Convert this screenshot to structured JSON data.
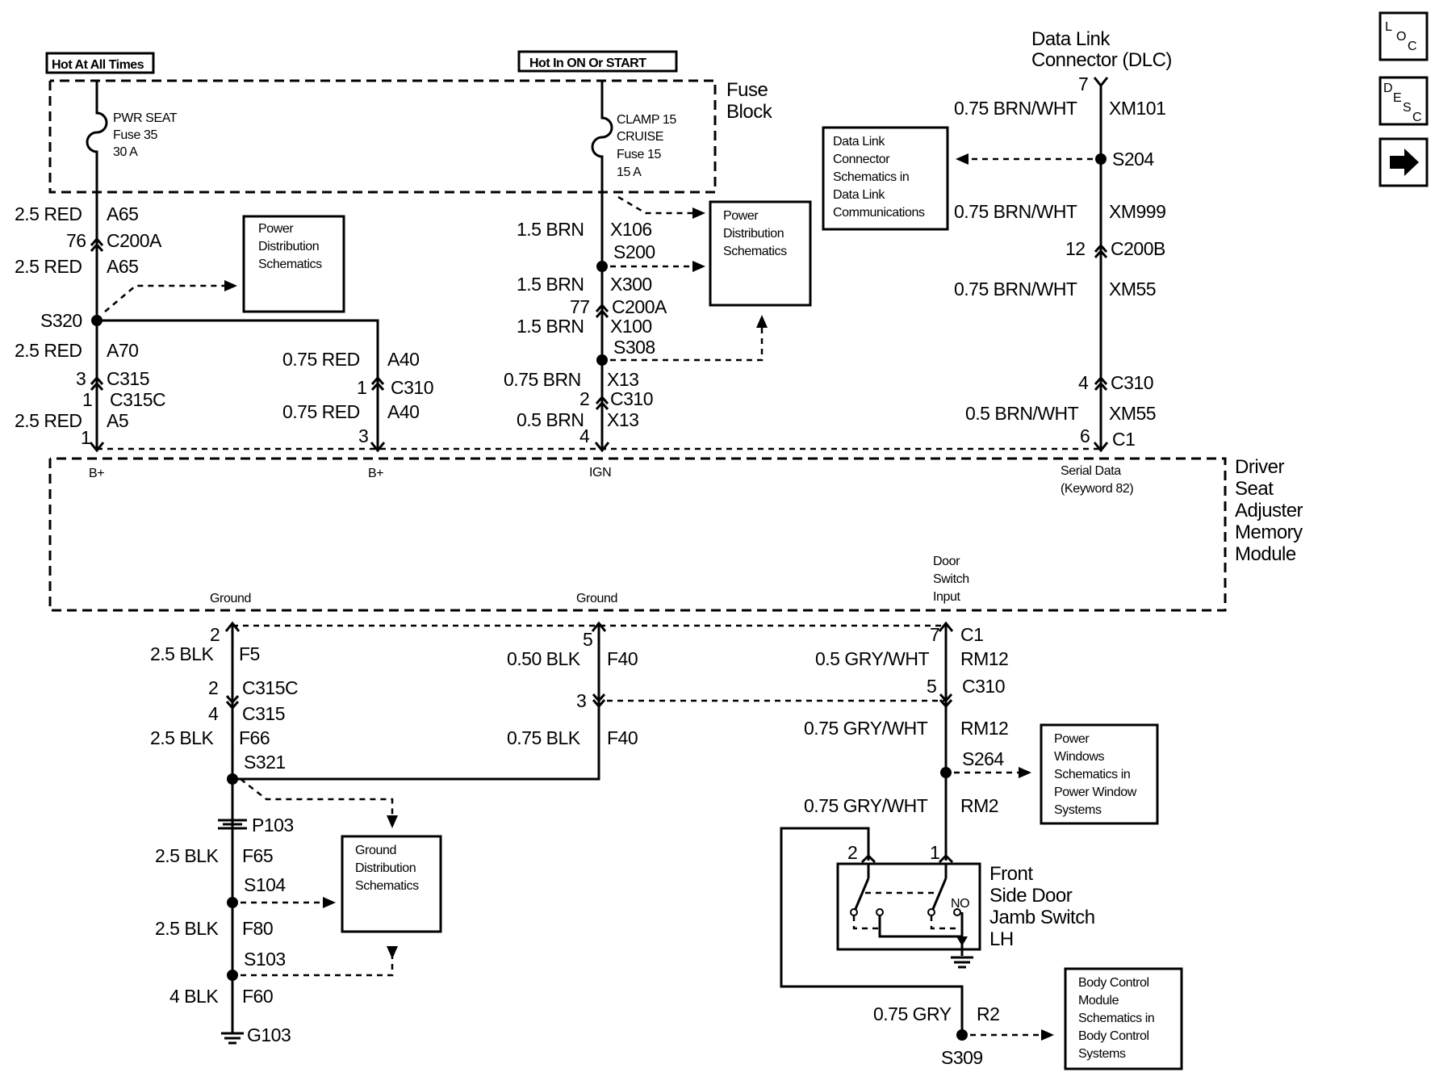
{
  "hot_labels": {
    "always": "Hot At All Times",
    "on_start": "Hot In ON Or START"
  },
  "fuse_block": {
    "l1": "Fuse",
    "l2": "Block"
  },
  "fuse35": {
    "l1": "PWR SEAT",
    "l2": "Fuse 35",
    "l3": "30 A"
  },
  "fuse15": {
    "l1": "CLAMP 15",
    "l2": "CRUISE",
    "l3": "Fuse 15",
    "l4": "15 A"
  },
  "dlc": {
    "l1": "Data Link",
    "l2": "Connector (DLC)",
    "pin": "7"
  },
  "module": {
    "l1": "Driver",
    "l2": "Seat",
    "l3": "Adjuster",
    "l4": "Memory",
    "l5": "Module"
  },
  "module_pins": {
    "bplus1": "B+",
    "bplus2": "B+",
    "ign": "IGN",
    "serial1": "Serial Data",
    "serial2": "(Keyword 82)",
    "gnd1": "Ground",
    "gnd2": "Ground",
    "door1": "Door",
    "door2": "Switch",
    "door3": "Input"
  },
  "boxes": {
    "pwr_dist1": [
      "Power",
      "Distribution",
      "Schematics"
    ],
    "pwr_dist2": [
      "Power",
      "Distribution",
      "Schematics"
    ],
    "dlc_schem": [
      "Data Link",
      "Connector",
      "Schematics in",
      "Data Link",
      "Communications"
    ],
    "gnd_dist": [
      "Ground",
      "Distribution",
      "Schematics"
    ],
    "pwr_win": [
      "Power",
      "Windows",
      "Schematics in",
      "Power Window",
      "Systems"
    ],
    "bcm": [
      "Body Control",
      "Module",
      "Schematics in",
      "Body Control",
      "Systems"
    ]
  },
  "circuit_a": {
    "w1": "2.5 RED",
    "c1": "A65",
    "pin76": "76",
    "conn1": "C200A",
    "w2": "2.5 RED",
    "c2": "A65",
    "splice": "S320",
    "w3": "2.5 RED",
    "c3": "A70",
    "pin3": "3",
    "conn2": "C315",
    "pin1": "1",
    "conn3": "C315C",
    "w4": "2.5 RED",
    "c4": "A5",
    "pin1b": "1"
  },
  "circuit_b": {
    "w1": "0.75 RED",
    "c1": "A40",
    "pin1": "1",
    "conn1": "C310",
    "w2": "0.75 RED",
    "c2": "A40",
    "pin3": "3"
  },
  "circuit_c": {
    "w1": "1.5 BRN",
    "c1": "X106",
    "s200": "S200",
    "w2": "1.5 BRN",
    "c2": "X300",
    "pin77": "77",
    "conn1": "C200A",
    "w3": "1.5 BRN",
    "c3": "X100",
    "s308": "S308",
    "w4": "0.75 BRN",
    "c4": "X13",
    "pin2": "2",
    "conn2": "C310",
    "w5": "0.5 BRN",
    "c5": "X13",
    "pin4": "4"
  },
  "circuit_d": {
    "w1": "0.75 BRN/WHT",
    "c1": "XM101",
    "s204": "S204",
    "w2": "0.75 BRN/WHT",
    "c2": "XM999",
    "pin12": "12",
    "conn1": "C200B",
    "w3": "0.75 BRN/WHT",
    "c3": "XM55",
    "pin4": "4",
    "conn2": "C310",
    "w4": "0.5 BRN/WHT",
    "c4": "XM55",
    "pin6": "6",
    "conn3": "C1"
  },
  "circuit_e": {
    "pin2": "2",
    "w1": "2.5 BLK",
    "c1": "F5",
    "pin2b": "2",
    "conn1": "C315C",
    "pin4": "4",
    "conn2": "C315",
    "w2": "2.5 BLK",
    "c2": "F66",
    "s321": "S321",
    "p103": "P103",
    "w3": "2.5 BLK",
    "c3": "F65",
    "s104": "S104",
    "w4": "2.5 BLK",
    "c4": "F80",
    "s103": "S103",
    "w5": "4 BLK",
    "c5": "F60",
    "g103": "G103"
  },
  "circuit_f": {
    "pin5": "5",
    "w1": "0.50 BLK",
    "c1": "F40",
    "pin3": "3",
    "w2": "0.75 BLK",
    "c2": "F40"
  },
  "circuit_g": {
    "pin7": "7",
    "conn1": "C1",
    "w1": "0.5 GRY/WHT",
    "c1": "RM12",
    "pin5": "5",
    "conn2": "C310",
    "w2": "0.75 GRY/WHT",
    "c2": "RM12",
    "s264": "S264",
    "w3": "0.75 GRY/WHT",
    "c3": "RM2",
    "pin2": "2",
    "pin1": "1",
    "no": "NO",
    "switch1": "Front",
    "switch2": "Side Door",
    "switch3": "Jamb Switch",
    "switch4": "LH",
    "w4": "0.75 GRY",
    "c4": "R2",
    "s309": "S309"
  },
  "nav": {
    "loc": [
      "L",
      "O",
      "C"
    ],
    "desc": [
      "D",
      "E",
      "S",
      "C"
    ]
  }
}
